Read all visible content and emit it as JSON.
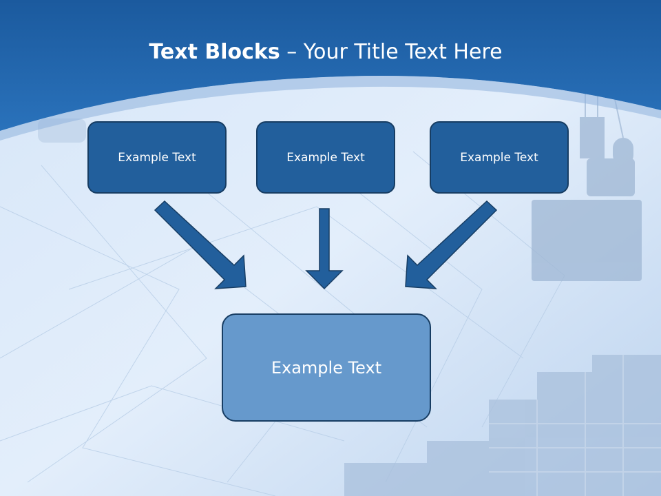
{
  "slide": {
    "title_bold": "Text Blocks",
    "title_rest": " – Your Title Text Here"
  },
  "blocks": {
    "top": [
      "Example Text",
      "Example Text",
      "Example Text"
    ],
    "bottom": "Example Text"
  },
  "colors": {
    "header_blue": "#1f5fa3",
    "box_dark": "#225f9c",
    "box_light": "#6699cc",
    "arrow": "#225f9c",
    "outline": "#173d63"
  }
}
